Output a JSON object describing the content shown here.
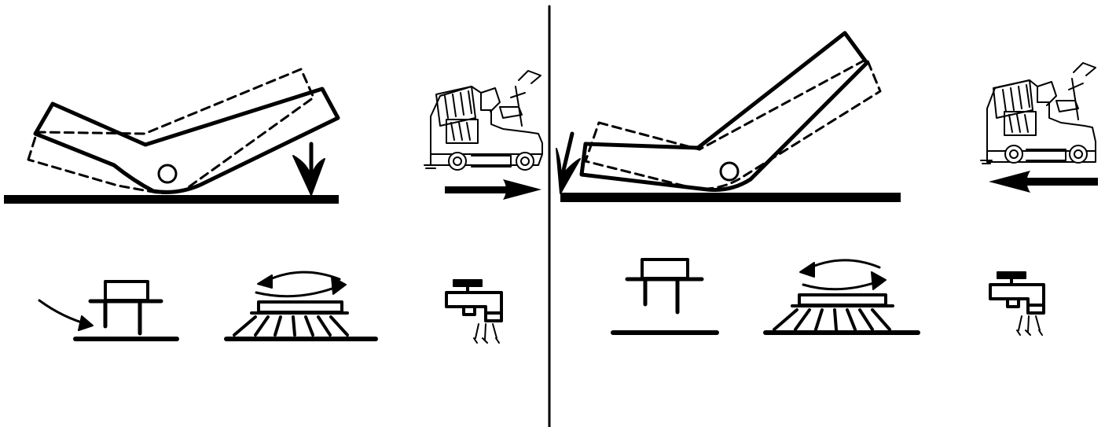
{
  "diagram": {
    "panels": [
      {
        "id": "forward",
        "pedal_tilt": "forward",
        "direction": "forward"
      },
      {
        "id": "reverse",
        "pedal_tilt": "backward",
        "direction": "reverse"
      }
    ],
    "icons": [
      "squeegee-lower-icon",
      "brush-rotation-icon",
      "solution-flow-icon",
      "squeegee-raised-icon"
    ],
    "colors": {
      "ink": "#000000",
      "background": "#ffffff"
    }
  }
}
